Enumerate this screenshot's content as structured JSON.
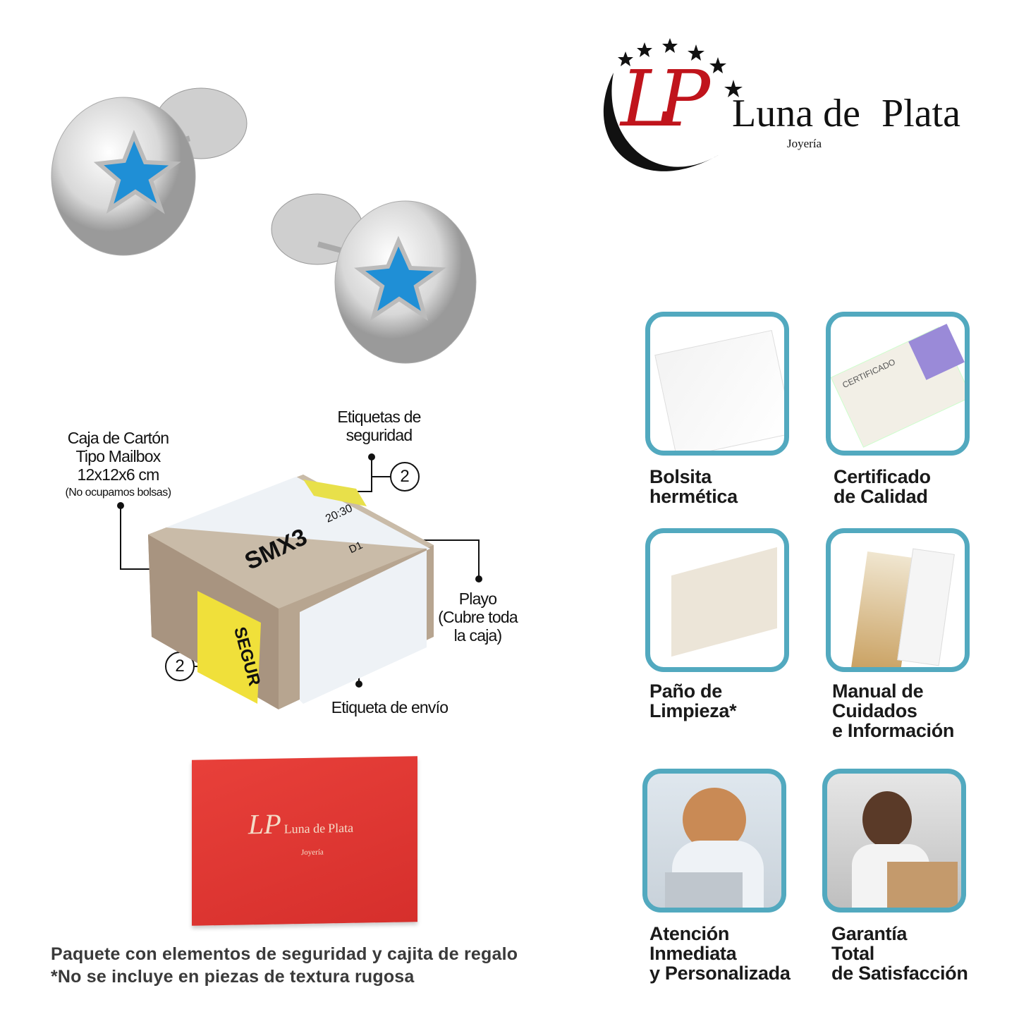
{
  "brand": {
    "name_part1": "Luna de",
    "name_part2": "Plata",
    "monogram": "LP",
    "subtitle": "Joyería",
    "colors": {
      "red": "#c0141c",
      "black": "#111111"
    }
  },
  "callouts": {
    "box": {
      "line1": "Caja de Cartón",
      "line2": "Tipo Mailbox",
      "line3": "12x12x6 cm",
      "note": "(No ocupamos bolsas)"
    },
    "security": {
      "line1": "Etiquetas de",
      "line2": "seguridad",
      "count": "2"
    },
    "wrap": {
      "line1": "Playo",
      "line2": "(Cubre toda",
      "line3": "la caja)"
    },
    "shipping": {
      "label": "Etiqueta de envío"
    },
    "security_side": {
      "count": "2"
    }
  },
  "package_label": {
    "code": "SMX3",
    "time": "20:30",
    "route": "D1",
    "sticker": "SEGUR"
  },
  "features": [
    {
      "line1": "Bolsita",
      "line2": "hermética",
      "icon": "zip-bag"
    },
    {
      "line1": "Certificado",
      "line2": "de Calidad",
      "icon": "certificate",
      "card_text": "CERTIFICADO"
    },
    {
      "line1": "Paño de",
      "line2": "Limpieza*",
      "icon": "cleaning-cloth"
    },
    {
      "line1": "Manual de",
      "line2": "Cuidados",
      "line3": "e Información",
      "icon": "manual"
    },
    {
      "line1": "Atención",
      "line2": "Inmediata",
      "line3": "y Personalizada",
      "icon": "support-agent"
    },
    {
      "line1": "Garantía",
      "line2": "Total",
      "line3": "de Satisfacción",
      "icon": "happy-customer"
    }
  ],
  "footer": {
    "line1": "Paquete con elementos de seguridad y cajita de regalo",
    "line2": "*No se incluye en piezas de textura rugosa"
  },
  "colors": {
    "teal": "#52a9bf",
    "gift_red": "#e0342f",
    "opal": "#1f8fd6"
  }
}
